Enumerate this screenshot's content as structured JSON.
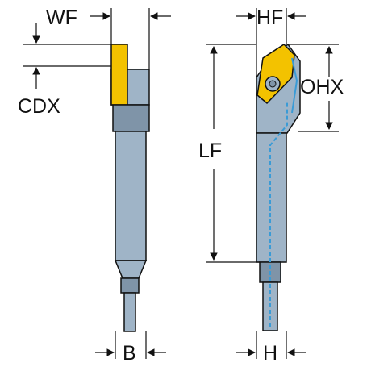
{
  "labels": {
    "wf": "WF",
    "cdx": "CDX",
    "b": "B",
    "hf": "HF",
    "ohx": "OHX",
    "lf": "LF",
    "h": "H"
  },
  "colors": {
    "body": "#9fb4c7",
    "body_dark": "#7f94a8",
    "insert": "#f3c200",
    "insert_dark": "#c99a00",
    "outline": "#111111",
    "coolant": "#3a9bd6"
  }
}
